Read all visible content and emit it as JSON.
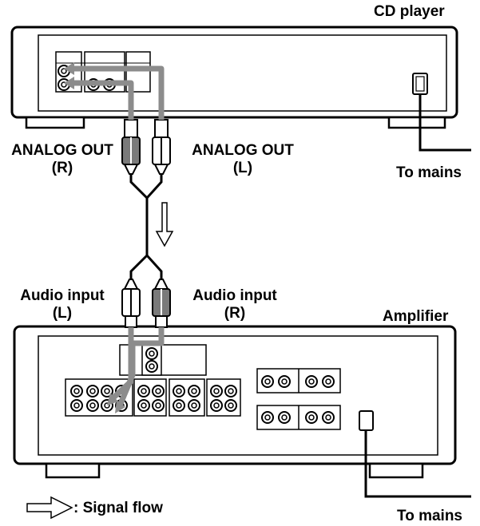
{
  "labels": {
    "cd_player": "CD player",
    "amplifier": "Amplifier",
    "analog_out_r": {
      "line1": "ANALOG OUT",
      "line2": "(R)"
    },
    "analog_out_l": {
      "line1": "ANALOG OUT",
      "line2": "(L)"
    },
    "audio_input_l": {
      "line1": "Audio input",
      "line2": "(L)"
    },
    "audio_input_r": {
      "line1": "Audio input",
      "line2": "(R)"
    },
    "to_mains_top": "To mains",
    "to_mains_bottom": "To mains",
    "signal_flow": ": Signal flow"
  },
  "colors": {
    "line": "#000000",
    "arrow_gray": "#8c8c8c",
    "plug_gray": "#7a7a7a",
    "background": "#ffffff"
  }
}
